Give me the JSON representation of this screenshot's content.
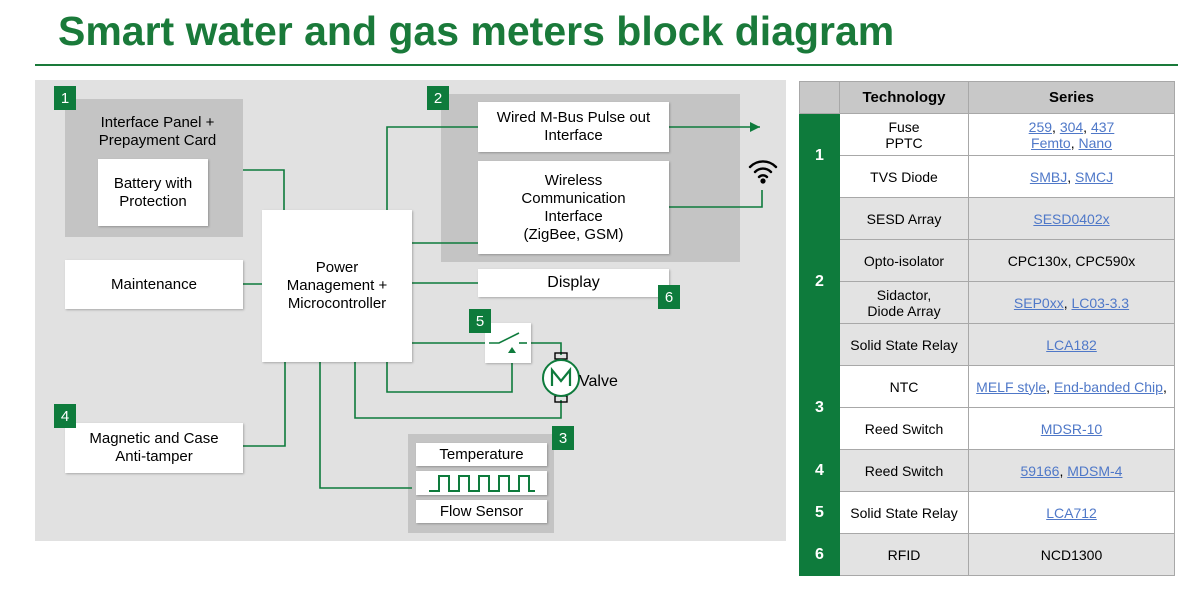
{
  "title": "Smart water and gas meters block diagram",
  "diagram": {
    "interface_panel": "Interface Panel +\nPrepayment Card",
    "battery": "Battery with\nProtection",
    "maintenance": "Maintenance",
    "power_mcu": "Power\nManagement +\nMicrocontroller",
    "anti_tamper": "Magnetic and Case\nAnti-tamper",
    "wired_mbus": "Wired M-Bus Pulse out\nInterface",
    "wireless": "Wireless\nCommunication\nInterface\n(ZigBee, GSM)",
    "display": "Display",
    "valve": "Valve",
    "temperature": "Temperature",
    "flow_sensor": "Flow Sensor",
    "labels": [
      "1",
      "2",
      "3",
      "4",
      "5",
      "6"
    ]
  },
  "table": {
    "headers": [
      "",
      "Technology",
      "Series"
    ],
    "groups": [
      {
        "num": "1",
        "rows": [
          {
            "technology": "Fuse\nPPTC",
            "series_lines": [
              [
                {
                  "text": "259",
                  "link": true
                },
                {
                  "text": ", ",
                  "link": false
                },
                {
                  "text": "304",
                  "link": true
                },
                {
                  "text": ", ",
                  "link": false
                },
                {
                  "text": "437",
                  "link": true
                }
              ],
              [
                {
                  "text": "Femto",
                  "link": true
                },
                {
                  "text": ", ",
                  "link": false
                },
                {
                  "text": "Nano",
                  "link": true
                }
              ]
            ]
          },
          {
            "technology": "TVS Diode",
            "series_lines": [
              [
                {
                  "text": "SMBJ",
                  "link": true
                },
                {
                  "text": ", ",
                  "link": false
                },
                {
                  "text": "SMCJ",
                  "link": true
                }
              ]
            ]
          }
        ]
      },
      {
        "num": "2",
        "rows": [
          {
            "technology": "SESD Array",
            "series_lines": [
              [
                {
                  "text": "SESD0402x",
                  "link": true
                }
              ]
            ]
          },
          {
            "technology": "Opto-isolator",
            "series_lines": [
              [
                {
                  "text": "CPC130x, CPC590x",
                  "link": false
                }
              ]
            ]
          },
          {
            "technology": "Sidactor,\nDiode Array",
            "series_lines": [
              [
                {
                  "text": "SEP0xx",
                  "link": true
                },
                {
                  "text": ", ",
                  "link": false
                },
                {
                  "text": "LC03-3.3",
                  "link": true
                }
              ]
            ]
          },
          {
            "technology": "Solid State Relay",
            "series_lines": [
              [
                {
                  "text": "LCA182",
                  "link": true
                }
              ]
            ]
          }
        ]
      },
      {
        "num": "3",
        "rows": [
          {
            "technology": "NTC",
            "series_lines": [
              [
                {
                  "text": "MELF style",
                  "link": true
                },
                {
                  "text": ", ",
                  "link": false
                },
                {
                  "text": "End-banded Chip",
                  "link": true
                },
                {
                  "text": ",",
                  "link": false
                }
              ]
            ]
          },
          {
            "technology": "Reed Switch",
            "series_lines": [
              [
                {
                  "text": "MDSR-10",
                  "link": true
                }
              ]
            ]
          }
        ]
      },
      {
        "num": "4",
        "rows": [
          {
            "technology": "Reed Switch",
            "series_lines": [
              [
                {
                  "text": "59166",
                  "link": true
                },
                {
                  "text": ", ",
                  "link": false
                },
                {
                  "text": "MDSM-4",
                  "link": true
                }
              ]
            ]
          }
        ]
      },
      {
        "num": "5",
        "rows": [
          {
            "technology": "Solid State Relay",
            "series_lines": [
              [
                {
                  "text": "LCA712",
                  "link": true
                }
              ]
            ]
          }
        ]
      },
      {
        "num": "6",
        "rows": [
          {
            "technology": "RFID",
            "series_lines": [
              [
                {
                  "text": "NCD1300",
                  "link": false
                }
              ]
            ]
          }
        ]
      }
    ]
  },
  "colors": {
    "accent": "#0e7b3c",
    "title": "#1a7a3a",
    "link": "#4f78c8",
    "panel": "#e1e1e1",
    "group_box": "#c4c4c4"
  },
  "icons": {
    "wifi": "wifi-icon",
    "switch": "switch-icon",
    "motor": "motor-icon",
    "pulse": "pulse-waveform-icon"
  }
}
